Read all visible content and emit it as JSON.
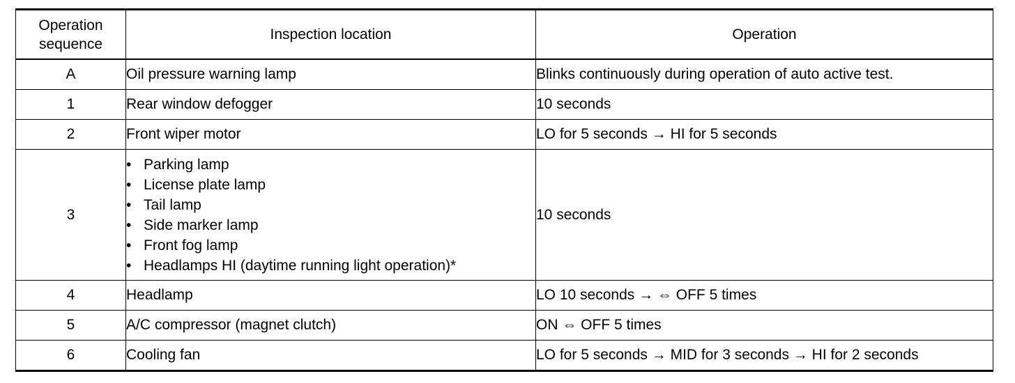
{
  "table": {
    "headers": {
      "sequence_line1": "Operation",
      "sequence_line2": "sequence",
      "location": "Inspection location",
      "operation": "Operation"
    },
    "rows": [
      {
        "sequence": "A",
        "location": "Oil pressure warning lamp",
        "operation": "Blinks continuously during operation of auto active test."
      },
      {
        "sequence": "1",
        "location": "Rear window defogger",
        "operation": "10 seconds"
      },
      {
        "sequence": "2",
        "location": "Front wiper motor",
        "operation": "LO for 5 seconds → HI for 5 seconds"
      },
      {
        "sequence": "3",
        "bullet_symbol": "•",
        "location_items": [
          "Parking lamp",
          "License plate lamp",
          "Tail lamp",
          "Side marker lamp",
          "Front fog lamp",
          "Headlamps HI (daytime running light operation)*"
        ],
        "operation": "10 seconds"
      },
      {
        "sequence": "4",
        "location": "Headlamp",
        "operation": "LO 10 seconds → ⇔ OFF 5 times"
      },
      {
        "sequence": "5",
        "location": "A/C compressor (magnet clutch)",
        "operation": "ON ⇔ OFF 5 times"
      },
      {
        "sequence": "6",
        "location": "Cooling fan",
        "operation": "LO for 5 seconds → MID for 3 seconds → HI for 2 seconds"
      }
    ]
  }
}
